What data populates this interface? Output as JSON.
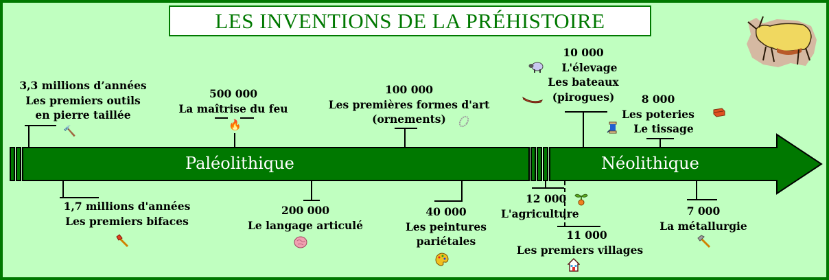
{
  "title": "LES INVENTIONS DE LA PRÉHISTOIRE",
  "colors": {
    "background": "#c0ffc0",
    "accent": "#007800",
    "text": "#000000",
    "era_text": "#ffffff"
  },
  "eras": [
    {
      "label": "Paléolithique"
    },
    {
      "label": "Néolithique"
    }
  ],
  "events_above": [
    {
      "date": "3,3 millions d’années",
      "lines": [
        "Les premiers outils",
        "en pierre taillée"
      ],
      "icon": "hammer-icon"
    },
    {
      "date": "500 000",
      "lines": [
        "La maîtrise du feu"
      ],
      "icon": "fire-icon"
    },
    {
      "date": "100 000",
      "lines": [
        "Les premières formes d'art",
        "(ornements)"
      ],
      "icon": "necklace-icon"
    },
    {
      "date": "10 000",
      "lines": [
        "L'élevage",
        "Les bateaux",
        "(pirogues)"
      ],
      "icon": "sheep-icon",
      "icon2": "canoe-icon"
    },
    {
      "date": "8 000",
      "lines": [
        "Les poteries",
        "Le tissage"
      ],
      "icon": "brick-icon",
      "icon2": "spool-icon"
    }
  ],
  "events_below": [
    {
      "date": "1,7 millions d'années",
      "lines": [
        "Les premiers bifaces"
      ],
      "icon": "axe-icon"
    },
    {
      "date": "200 000",
      "lines": [
        "Le langage articulé"
      ],
      "icon": "brain-icon"
    },
    {
      "date": "40 000",
      "lines": [
        "Les peintures",
        "pariétales"
      ],
      "icon": "palette-icon"
    },
    {
      "date": "12 000",
      "lines": [
        "L'agriculture"
      ],
      "icon": "sprout-icon"
    },
    {
      "date": "11 000",
      "lines": [
        "Les premiers villages"
      ],
      "icon": "house-icon"
    },
    {
      "date": "7 000",
      "lines": [
        "La métallurgie"
      ],
      "icon": "hammer-icon"
    }
  ],
  "decoration": {
    "image": "cave-painting-aurochs"
  }
}
